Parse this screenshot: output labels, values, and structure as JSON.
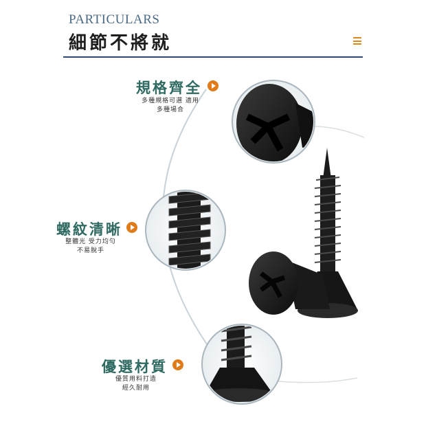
{
  "header": {
    "title_en": "PARTICULARS",
    "title_zh": "細節不將就"
  },
  "features": [
    {
      "title": "規格齊全",
      "desc_line1": "多種規格可選 適用",
      "desc_line2": "多種場合"
    },
    {
      "title": "螺紋清晰",
      "desc_line1": "整體光 受力均勻",
      "desc_line2": "不易脫手"
    },
    {
      "title": "優選材質",
      "desc_line1": "優質用料打造",
      "desc_line2": "經久耐用"
    }
  ],
  "colors": {
    "accent": "#e07b1a",
    "feature_title": "#2f6a62",
    "header_rule": "#2c4a6e",
    "screw": "#1b1b1b"
  },
  "icons": [
    "menu-icon",
    "arrow-right-icon"
  ]
}
